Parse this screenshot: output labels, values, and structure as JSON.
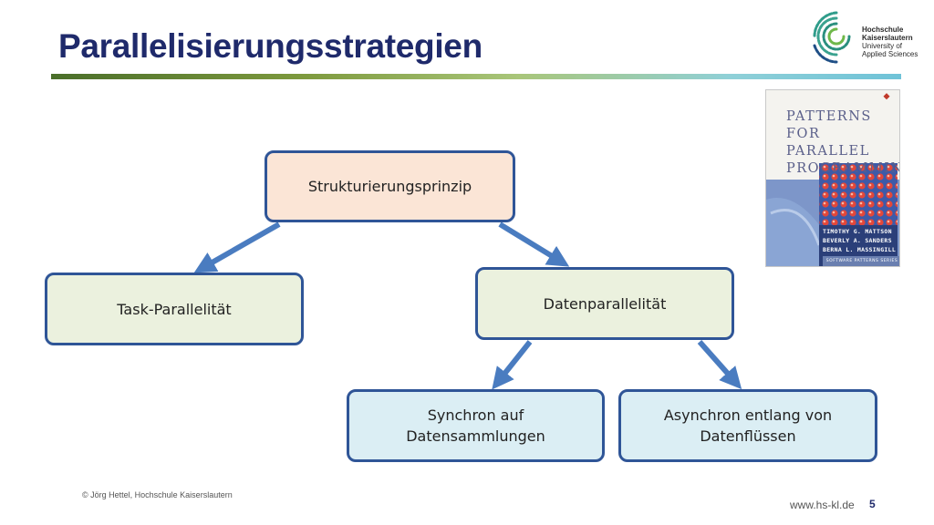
{
  "slide": {
    "title": "Parallelisierungsstrategien",
    "page_number": "5"
  },
  "logo": {
    "line1": "Hochschule",
    "line2": "Kaiserslautern",
    "line3": "University of",
    "line4": "Applied Sciences"
  },
  "book": {
    "title_line1": "Patterns",
    "title_line2": "for Parallel",
    "title_line3": "Programming",
    "author1": "TIMOTHY G. MATTSON",
    "author2": "BEVERLY A. SANDERS",
    "author3": "BERNA L. MASSINGILL",
    "series": "SOFTWARE PATTERNS SERIES"
  },
  "diagram": {
    "root": "Strukturierungsprinzip",
    "task": "Task-Parallelität",
    "data": "Datenparallelität",
    "sync": "Synchron auf\nDatensammlungen",
    "async": "Asynchron entlang von\nDatenflüssen"
  },
  "footer": {
    "copyright": "© Jörg Hettel, Hochschule Kaiserslautern",
    "url": "www.hs-kl.de"
  },
  "colors": {
    "title": "#1f2a6b",
    "box_border": "#2f5597",
    "arrow": "#4a7cc0",
    "root_fill": "#fbe5d6",
    "mid_fill": "#ebf1de",
    "leaf_fill": "#dbeef4"
  }
}
